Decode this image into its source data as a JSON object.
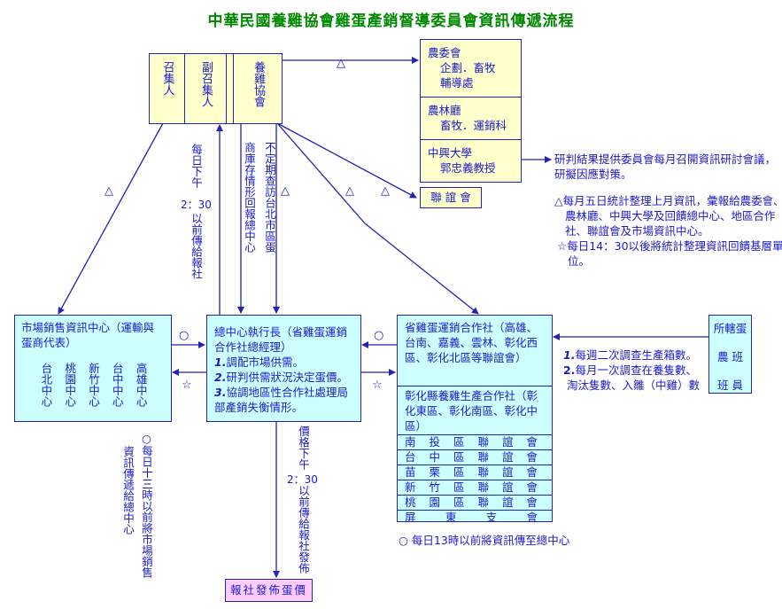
{
  "title": "中華民國養雞協會雞蛋產銷督導委員會資訊傳遞流程",
  "colors": {
    "title": "#008800",
    "ink": "#1a1acc",
    "line": "#2323b8",
    "yellow": "#ffffcc",
    "cyan": "#ccffff",
    "pink": "#ffccff"
  },
  "top_box": {
    "cells": [
      "召集人",
      "副召集人",
      "養雞協會"
    ]
  },
  "agencies": [
    {
      "name": "農委會",
      "detail": [
        "企劃．畜牧",
        "輔導處"
      ]
    },
    {
      "name": "農林廳",
      "detail": [
        "畜牧．運銷科"
      ]
    },
    {
      "name": "中興大學",
      "detail": [
        "郭忠義教授"
      ]
    }
  ],
  "liaison_box": "聯 誼 會",
  "research_note": "研判結果提供委員會每月召開資訊研討會議，研擬因應對策。",
  "legend": {
    "triangle": "△每月五日統計整理上月資訊，彙報給農委會、農林廳、中興大學及回饋總中心、地區合作社、聯誼會及市場資訊中心。",
    "star": "☆每日14：30以後將統計整理資訊回饋基層單位。"
  },
  "symbols": {
    "triangle": "△",
    "circle": "○",
    "star": "☆"
  },
  "vertical_notes": {
    "daily_to_press": "每日下午",
    "daily_time": "2：30",
    "daily_to_press_2": "以前傳給報社",
    "stock_report": "商庫存情形回報總中心",
    "irregular_visit": "不定期查訪台北市區蛋",
    "market_report_1": "○每日十三時以前將市場銷售",
    "market_report_2": "資訊傳遞給總中心",
    "price_note_1": "價格下午",
    "price_time": "2：30",
    "price_note_2": "以前傳給報社發佈"
  },
  "market_center": {
    "title": "市場銷售資訊中心（運輸與蛋商代表）",
    "centers": [
      "台北中心",
      "桃園中心",
      "新竹中心",
      "台中中心",
      "高雄中心"
    ]
  },
  "head_center": {
    "title": "總中心執行長（省雞蛋運銷合作社總經理）",
    "items": [
      {
        "num": "1.",
        "text": "調配市場供需。"
      },
      {
        "num": "2.",
        "text": "研判供需狀況決定蛋價。"
      },
      {
        "num": "3.",
        "text": "協調地區性合作社處理局部產銷失衡情形。"
      }
    ]
  },
  "coop": {
    "section1": "省雞蛋運銷合作社（高雄、台南、嘉義、雲林、彰化西區、彰化北區等聯誼會）",
    "section2": "彰化縣養雞生產合作社（彰化東區、彰化南區、彰化中區）",
    "rows": [
      [
        "南",
        "投",
        "區",
        "聯",
        "誼",
        "會"
      ],
      [
        "台",
        "中",
        "區",
        "聯",
        "誼",
        "會"
      ],
      [
        "苗",
        "栗",
        "區",
        "聯",
        "誼",
        "會"
      ],
      [
        "新",
        "竹",
        "區",
        "聯",
        "誼",
        "會"
      ],
      [
        "桃",
        "園",
        "區",
        "聯",
        "誼",
        "會"
      ],
      [
        "屏",
        "東",
        "支",
        "會"
      ]
    ],
    "note": "○ 每日13時以前將資訊傳至總中心"
  },
  "farmers_box": {
    "line1": "所轄蛋",
    "line2": "農 班",
    "line3": "班 員"
  },
  "farmer_survey": [
    {
      "num": "1.",
      "text": "每週二次調查生產箱數。"
    },
    {
      "num": "2.",
      "text": "每月一次調查在養隻數、"
    },
    {
      "num": "",
      "text": "淘汰隻數、入雛（中雞）數"
    }
  ],
  "press_box": "報社發佈蛋價"
}
